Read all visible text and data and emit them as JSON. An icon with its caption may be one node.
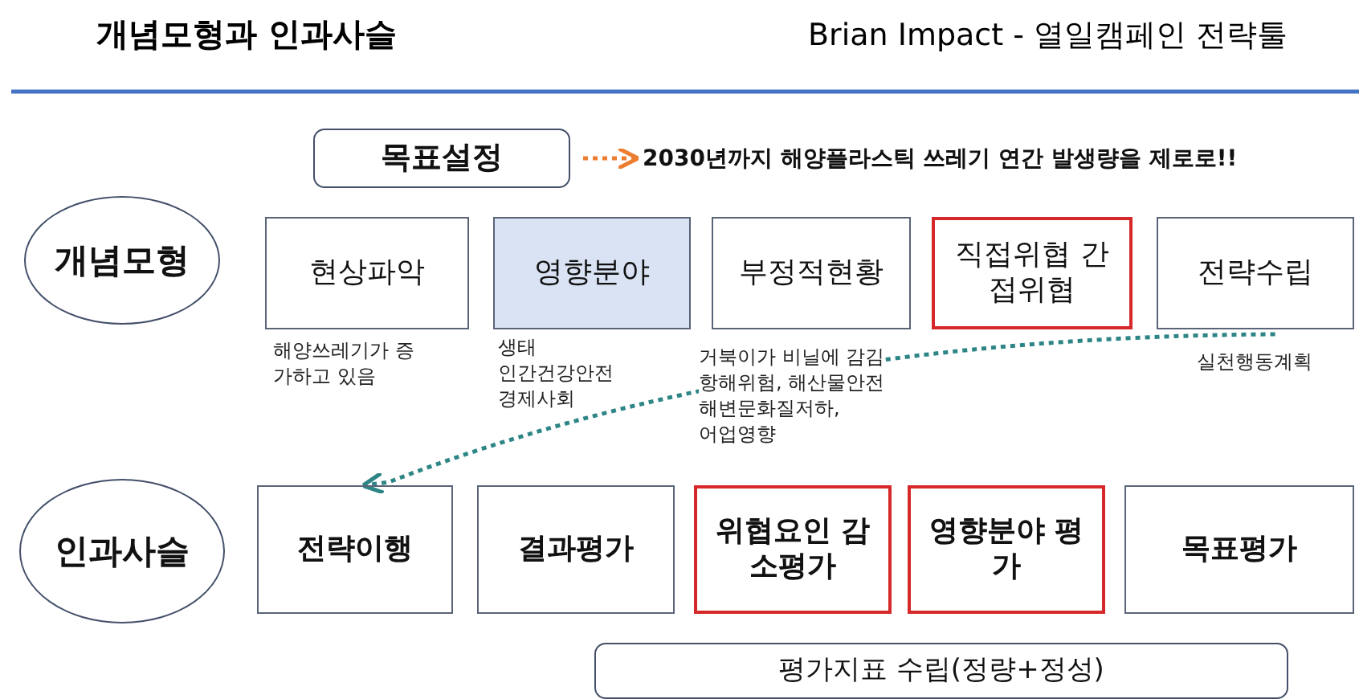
{
  "diagram": {
    "title": "개념모형과 인과사슬",
    "nodes": [
      {
        "text": [
          "목표설정"
        ]
      },
      {
        "text": [
          "2030년까지 해양플라스틱 쓰레기 연간 발생량을 제로로!!"
        ]
      },
      {
        "text": [
          "개념모형"
        ]
      },
      {
        "text": [
          "현상파악"
        ],
        "beside": [
          "해양쓰레기가 증가하고 있음"
        ]
      },
      {
        "text": [
          "영향분야"
        ],
        "beside": [
          "생태",
          "인간건강안전",
          "경제사회"
        ]
      },
      {
        "text": [
          "부정적현황"
        ],
        "beside": [
          "거북이가 비닐에 감김",
          "항해위험, 해산물안전",
          "해변문화질저하,",
          "어업영향"
        ]
      },
      {
        "text": [
          "직접위협 간접위협"
        ]
      },
      {
        "text": [
          "전략수립"
        ],
        "beside": [
          "실천행동계획"
        ]
      },
      {
        "text": [
          "인과사슬"
        ]
      },
      {
        "text": [
          "전략이행"
        ]
      },
      {
        "text": [
          "결과평가"
        ]
      },
      {
        "text": [
          "위협요인 감소평가"
        ]
      },
      {
        "text": [
          "영향분야 평가"
        ]
      },
      {
        "text": [
          "목표평가"
        ]
      },
      {
        "text": [
          "평가지표 수립(정량+정성)"
        ]
      }
    ],
    "edges": [
      {
        "from": 0,
        "to": 1,
        "arrow": "to",
        "style": "dashed",
        "color": "#ed7d31"
      },
      {
        "from": 7,
        "to": 9,
        "arrow": "to",
        "style": "dashed",
        "color": "#2e8585"
      }
    ],
    "labels": [
      "Brian Impact - 열일캠페인 전략툴"
    ]
  }
}
